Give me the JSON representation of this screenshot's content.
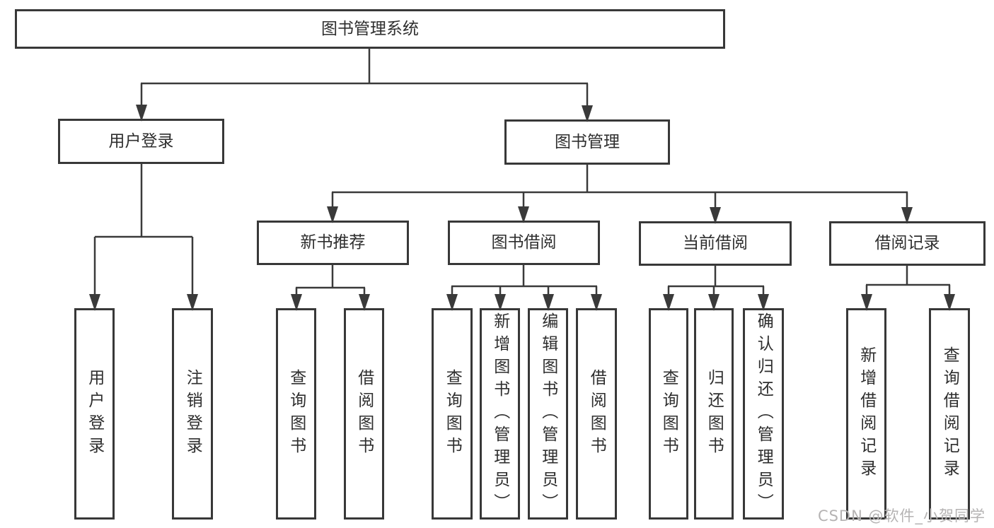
{
  "diagram": {
    "root": {
      "label": "图书管理系统"
    },
    "level2": {
      "user_login": {
        "label": "用户登录"
      },
      "book_mgmt": {
        "label": "图书管理"
      }
    },
    "level3": {
      "new_book": {
        "label": "新书推荐"
      },
      "book_borrow": {
        "label": "图书借阅"
      },
      "current_borrow": {
        "label": "当前借阅"
      },
      "borrow_records": {
        "label": "借阅记录"
      }
    },
    "leaves": {
      "user_login": [
        {
          "label": "用户登录"
        },
        {
          "label": "注销登录"
        }
      ],
      "new_book": [
        {
          "label": "查询图书"
        },
        {
          "label": "借阅图书"
        }
      ],
      "book_borrow": [
        {
          "label": "查询图书"
        },
        {
          "label": "新增图书（管理员）"
        },
        {
          "label": "编辑图书（管理员）"
        },
        {
          "label": "借阅图书"
        }
      ],
      "current_borrow": [
        {
          "label": "查询图书"
        },
        {
          "label": "归还图书"
        },
        {
          "label": "确认归还（管理员）"
        }
      ],
      "borrow_records": [
        {
          "label": "新增借阅记录"
        },
        {
          "label": "查询借阅记录"
        }
      ]
    }
  },
  "watermark": {
    "text": "CSDN @软件_小贺同学"
  },
  "colors": {
    "line": "#3a3a3a",
    "box_border": "#383838",
    "text": "#2e2e2e",
    "watermark": "#b5b3b3",
    "background": "#ffffff"
  }
}
